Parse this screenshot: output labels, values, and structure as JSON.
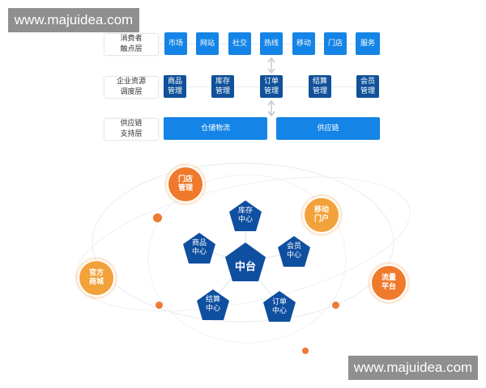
{
  "watermark": {
    "text": "www.majuidea.com"
  },
  "layers": [
    {
      "label": "消费者\n触点层",
      "style": "blue",
      "items": [
        "市场",
        "网站",
        "社交",
        "热线",
        "移动",
        "门店",
        "服务"
      ]
    },
    {
      "label": "企业资源\n调度层",
      "style": "navy",
      "items": [
        "商品\n管理",
        "库存\n管理",
        "订单\n管理",
        "结算\n管理",
        "会员\n管理"
      ]
    },
    {
      "label": "供应链\n支持层",
      "style": "blue",
      "items": [
        "仓储物流",
        "供应链"
      ]
    }
  ],
  "hub": {
    "center": "中台",
    "nodes": [
      "库存\n中心",
      "会员\n中心",
      "订单\n中心",
      "结算\n中心",
      "商品\n中心"
    ]
  },
  "orbit_nodes": [
    "门店\n管理",
    "移动\n门户",
    "流量\n平台",
    "官方\n商城"
  ],
  "colors": {
    "blue": "#1484e6",
    "navy": "#10519a",
    "hub_blue": "#0f4fa0",
    "orange": "#ef7a2c",
    "light_orange": "#f2a23a"
  }
}
